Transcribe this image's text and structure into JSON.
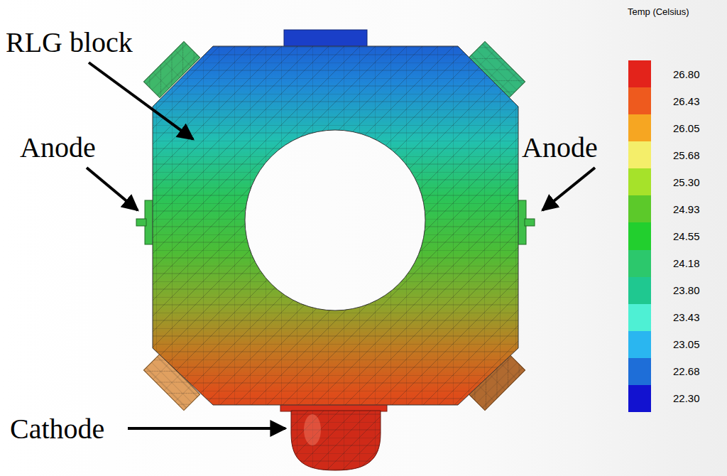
{
  "diagram": {
    "labels": [
      "RLG block",
      "Anode",
      "Anode",
      "Cathode",
      "Temp (Celsius)"
    ],
    "legend": [
      {
        "text": "26.80",
        "color": "#e3231b"
      },
      {
        "text": "26.43",
        "color": "#ee5a1e"
      },
      {
        "text": "26.05",
        "color": "#f6a622"
      },
      {
        "text": "25.68",
        "color": "#f4ee6a"
      },
      {
        "text": "25.30",
        "color": "#a6e22a"
      },
      {
        "text": "24.93",
        "color": "#5cc92a"
      },
      {
        "text": "24.55",
        "color": "#22cf2e"
      },
      {
        "text": "24.18",
        "color": "#2cc86c"
      },
      {
        "text": "23.80",
        "color": "#1fc890"
      },
      {
        "text": "23.43",
        "color": "#4ef0d4"
      },
      {
        "text": "23.05",
        "color": "#2ab6f0"
      },
      {
        "text": "22.68",
        "color": "#1e6ed8"
      },
      {
        "text": "22.30",
        "color": "#1212d0"
      }
    ]
  }
}
